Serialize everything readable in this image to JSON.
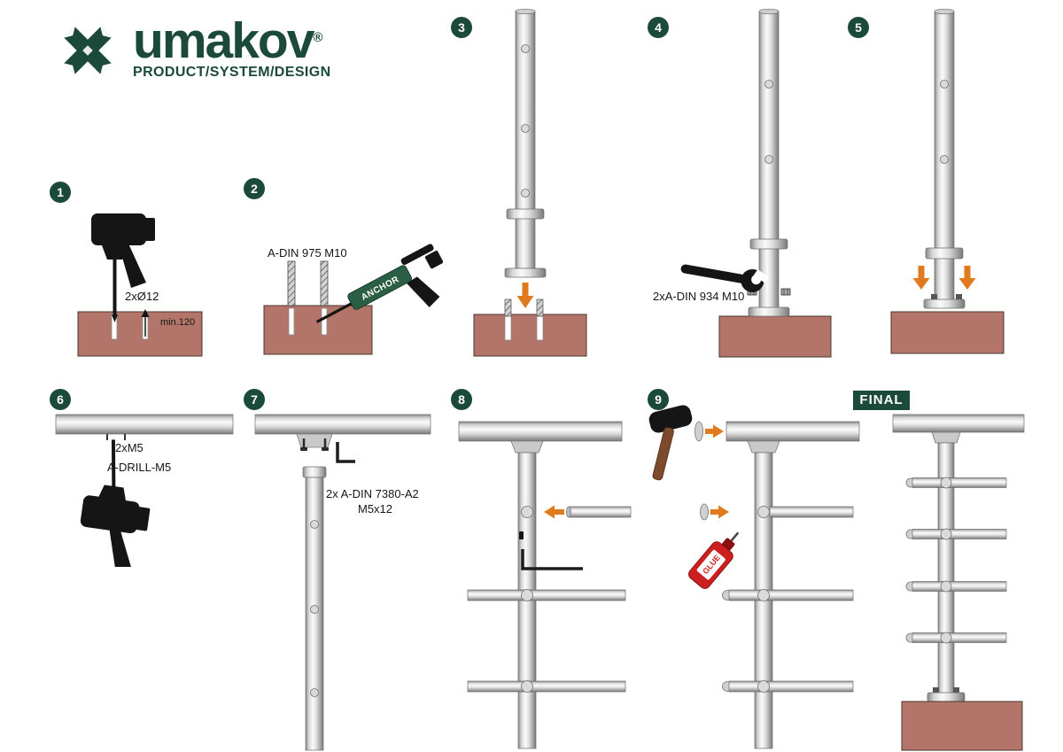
{
  "colors": {
    "brand_green": "#1b4a3a",
    "base_brown": "#b3756a",
    "arrow_orange": "#e07a1e",
    "glue_red": "#cc1f1f",
    "anchor_green": "#2a5f45",
    "steel_light": "#e9e9e9",
    "steel_dark": "#8d8d8d"
  },
  "logo": {
    "brand": "umakov",
    "registered": "®",
    "tagline": "PRODUCT/SYSTEM/DESIGN"
  },
  "steps": {
    "s1": {
      "num": "1",
      "holes_label": "2xØ12",
      "depth_label": "min.120"
    },
    "s2": {
      "num": "2",
      "rod_label": "A-DIN 975 M10",
      "gun_label": "ANCHOR"
    },
    "s3": {
      "num": "3"
    },
    "s4": {
      "num": "4",
      "nut_label": "2xA-DIN 934 M10"
    },
    "s5": {
      "num": "5"
    },
    "s6": {
      "num": "6",
      "screws_label": "2xM5",
      "drill_label": "A-DRILL-M5"
    },
    "s7": {
      "num": "7",
      "screw_label_1": "2x A-DIN 7380-A2",
      "screw_label_2": "M5x12"
    },
    "s8": {
      "num": "8"
    },
    "s9": {
      "num": "9",
      "glue_label": "GLUE"
    },
    "final": {
      "label": "FINAL"
    }
  }
}
